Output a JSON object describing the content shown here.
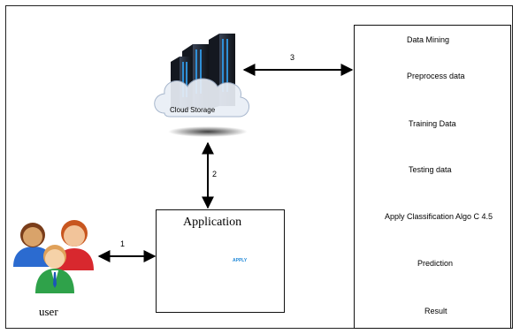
{
  "cloud": {
    "label": "Cloud Storage"
  },
  "application": {
    "title": "Application",
    "apply_text": "APPLY"
  },
  "user": {
    "label": "user"
  },
  "connectors": {
    "user_app": "1",
    "cloud_app": "2",
    "cloud_dm": "3"
  },
  "data_mining": {
    "steps": [
      "Data Mining",
      "Preprocess data",
      "Training Data",
      "Testing data",
      "Apply Classification Algo C 4.5",
      "Prediction",
      "Result"
    ]
  },
  "colors": {
    "server_body": "#1f2530",
    "server_light": "#2f8fd6",
    "cloud_fill": "#e9eef6",
    "user_left_shirt": "#2b6bd0",
    "user_right_shirt": "#d8282e",
    "user_front_shirt": "#2fa24a"
  }
}
